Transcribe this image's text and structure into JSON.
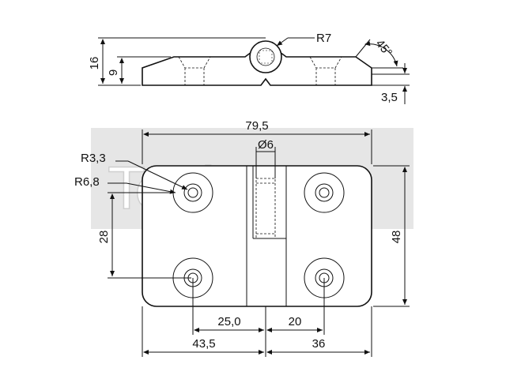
{
  "watermark": {
    "text": "TechXXL",
    "color": "#d0d0d0"
  },
  "side_view": {
    "dims": {
      "height_total": "16",
      "height_plate": "9",
      "thickness": "3,5",
      "radius": "R7",
      "angle": "45°"
    }
  },
  "top_view": {
    "dims": {
      "width": "79,5",
      "height": "48",
      "pin_diameter": "Ø6",
      "countersink_radius_inner": "R3,3",
      "countersink_radius_outer": "R6,8",
      "hole_spacing_vertical": "28",
      "left_hole_to_axis": "25,0",
      "axis_to_right_hole": "20",
      "left_edge_to_axis": "43,5",
      "axis_to_right_edge": "36"
    }
  }
}
